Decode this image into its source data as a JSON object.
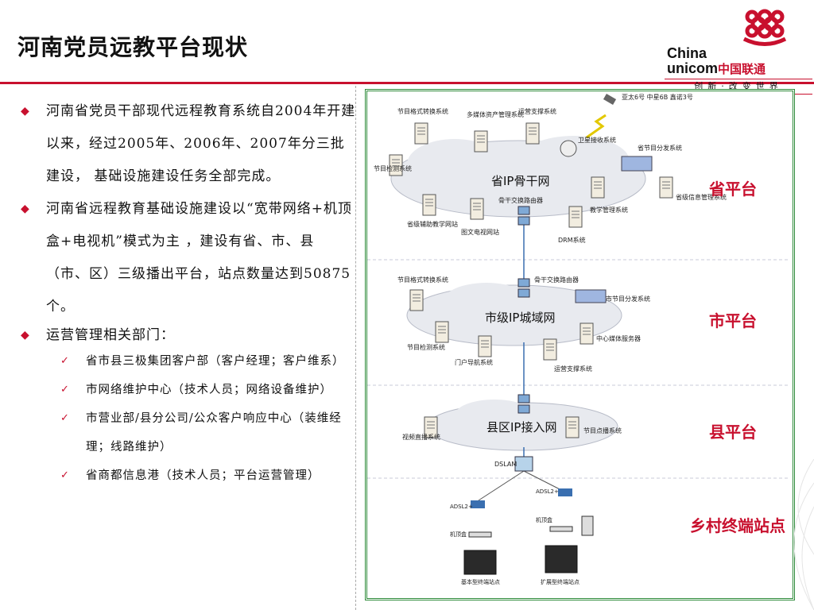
{
  "slide": {
    "title": "河南党员远教平台现状"
  },
  "logo": {
    "line1": "China",
    "line2_en": "unicom",
    "line2_cn": "中国联通",
    "slogan": "创新·改变世界"
  },
  "bullets": [
    {
      "text": "河南省党员干部现代远程教育系统自2004年开建以来，经过2005年、2006年、2007年分三批建设， 基础设施建设任务全部完成。"
    },
    {
      "text": "河南省远程教育基础设施建设以“宽带网络+机顶盒+电视机”模式为主 ，建设有省、市、县（市、区）三级播出平台，站点数量达到50875个。"
    },
    {
      "text": "运营管理相关部门："
    }
  ],
  "sub_items": [
    {
      "text": "省市县三极集团客户部（客户经理；客户维系）"
    },
    {
      "text": "市网络维护中心（技术人员；网络设备维护）"
    },
    {
      "text": "市营业部/县分公司/公众客户响应中心（装维经理；线路维护）"
    },
    {
      "text": "省商都信息港（技术人员；平台运营管理）"
    }
  ],
  "diagram": {
    "layers": [
      "省平台",
      "市平台",
      "县平台",
      "乡村终端站点"
    ],
    "clouds": [
      "省IP骨干网",
      "市级IP城域网",
      "县区IP接入网"
    ],
    "province_labels": {
      "format_conv": "节目格式转换系统",
      "media_asset": "多媒体资产管理系统",
      "ops_support": "运营支撑系统",
      "satellites": "亚太6号 中星6B 鑫诺3号",
      "sat_receive": "卫星接收系统",
      "distribute": "省节目分发系统",
      "detect": "节目检测系统",
      "aux_site": "省级辅助教学网站",
      "tv_site": "图文电视网站",
      "backbone_router": "骨干交换路由器",
      "drm": "DRM系统",
      "teach_mgmt": "教学管理系统",
      "info_mgmt": "省级信息管理系统"
    },
    "city_labels": {
      "format_conv": "节目格式转换系统",
      "backbone_router": "骨干交换路由器",
      "distribute": "市节目分发系统",
      "detect": "节目检测系统",
      "portal": "门户导航系统",
      "ops_support": "运营支撑系统",
      "media_server": "中心媒体服务器"
    },
    "county_labels": {
      "live": "视频直播系统",
      "vod": "节目点播系统",
      "dslam": "DSLAM"
    },
    "village_labels": {
      "adsl_a": "ADSL2+",
      "adsl_b": "ADSL2+",
      "stb_a": "机顶盒",
      "stb_b": "机顶盒",
      "site_basic": "基本型终端站点",
      "site_ext": "扩展型终端站点"
    }
  },
  "colors": {
    "accent": "#c8102e",
    "frame": "#2e8b3a",
    "cloud": "#e6e8ec",
    "link_blue": "#3a6fb0"
  }
}
